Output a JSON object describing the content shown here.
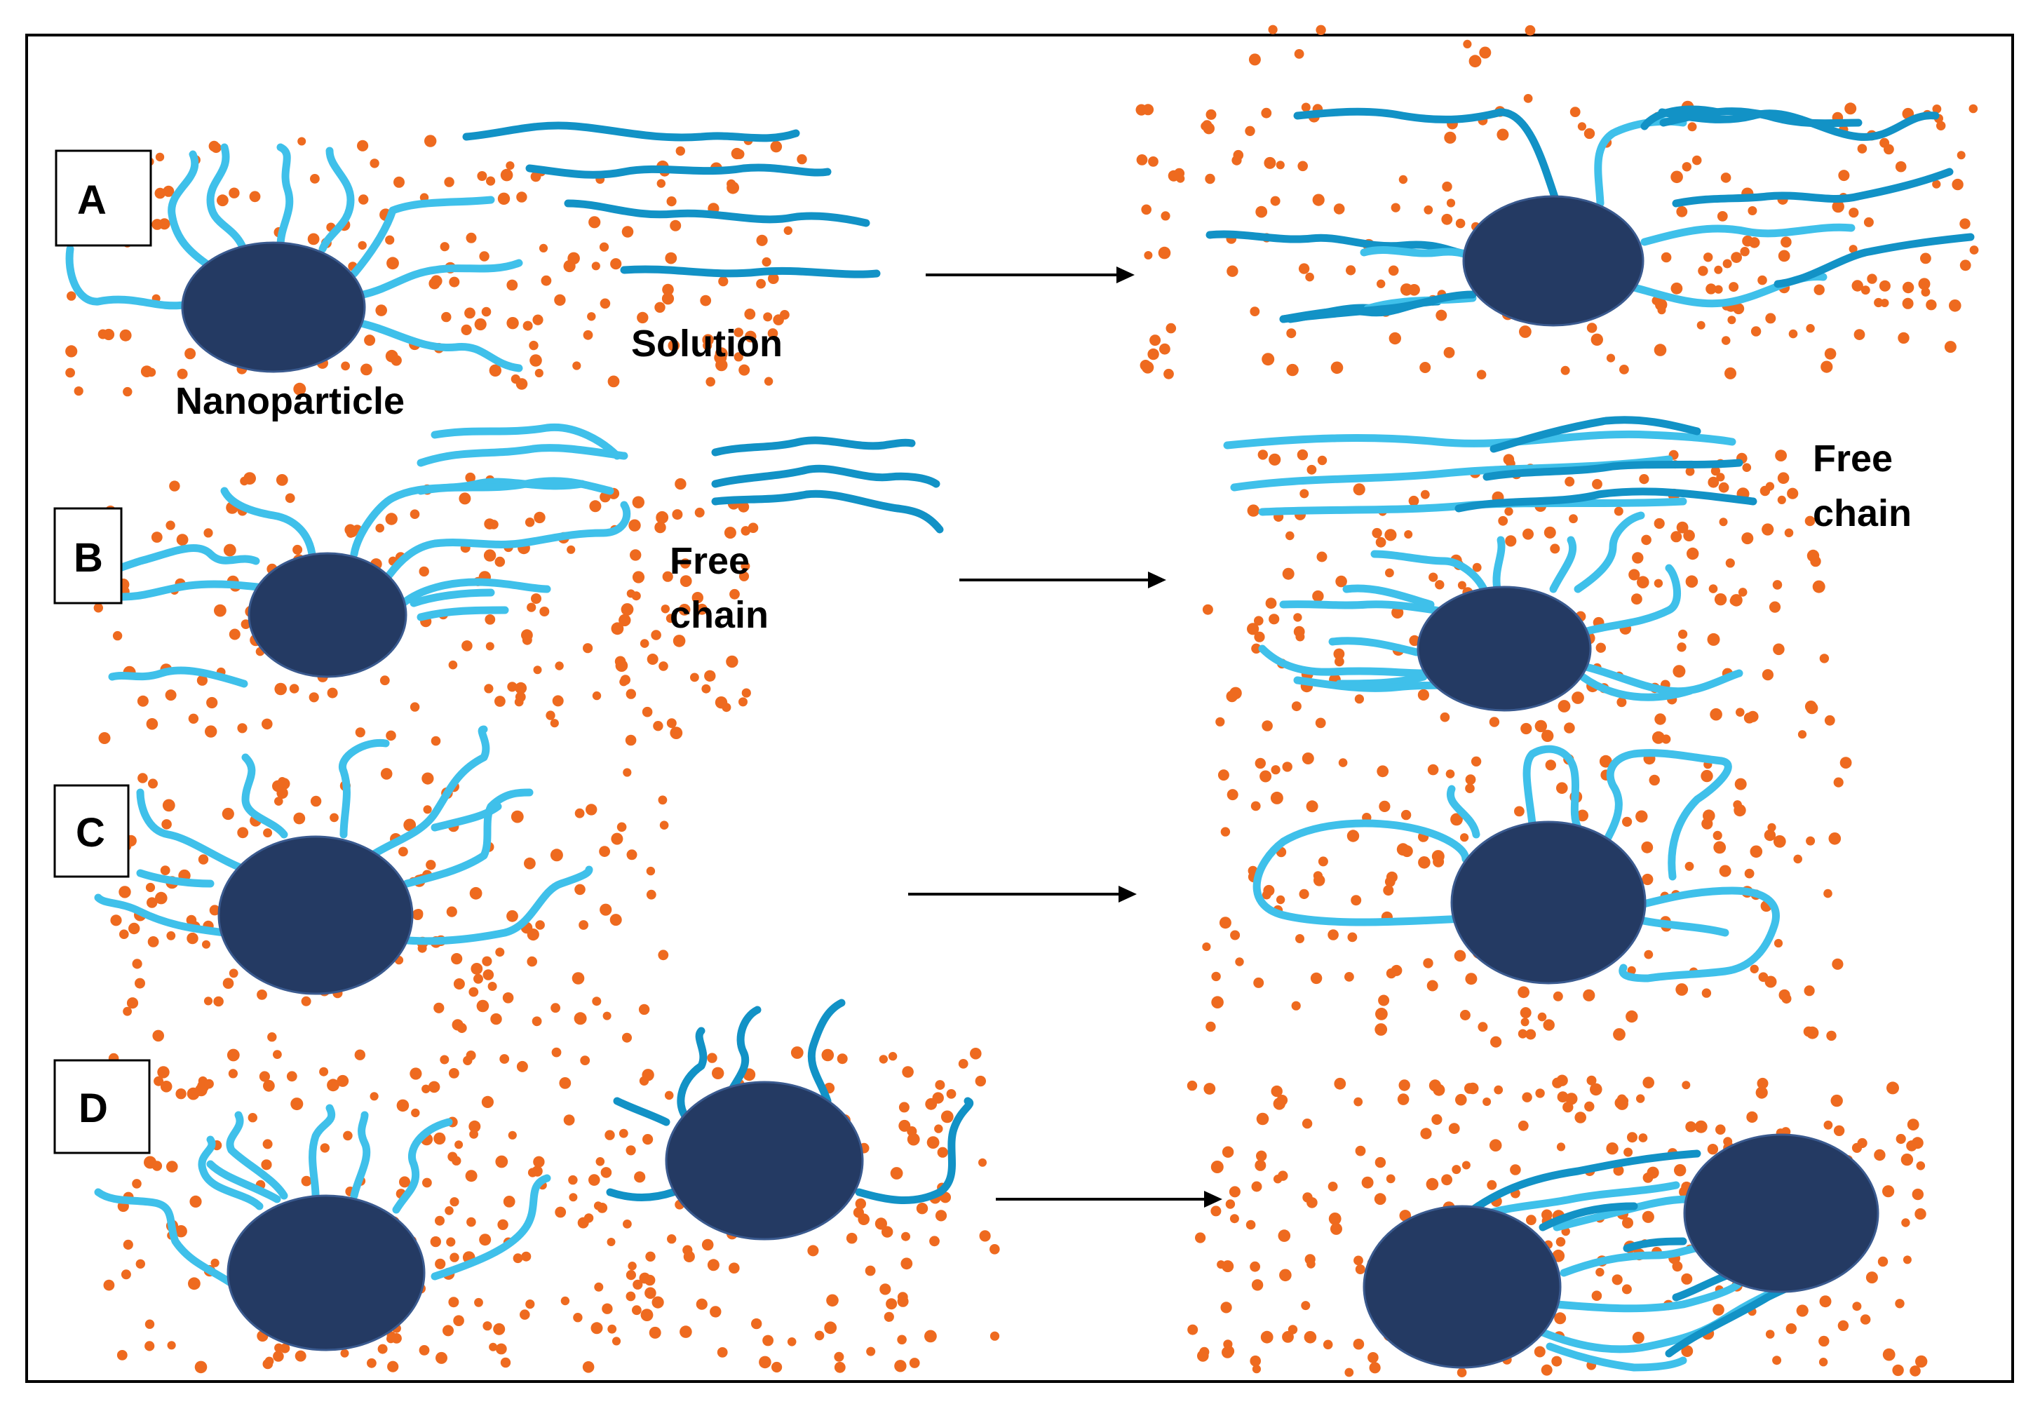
{
  "panels": [
    {
      "id": "A",
      "label": "A"
    },
    {
      "id": "B",
      "label": "B"
    },
    {
      "id": "C",
      "label": "C"
    },
    {
      "id": "D",
      "label": "D"
    }
  ],
  "annotations": {
    "nanoparticle": "Nanoparticle",
    "solution": "Solution",
    "free_chain_b_line1": "Free",
    "free_chain_b_line2": "chain",
    "free_chain_right_line1": "Free",
    "free_chain_right_line2": "chain"
  },
  "colors": {
    "nanoparticle": "#243a63",
    "chain_light": "#3fc0ea",
    "chain_dark": "#1292c6",
    "solvent_dot": "#ee6a1f"
  }
}
